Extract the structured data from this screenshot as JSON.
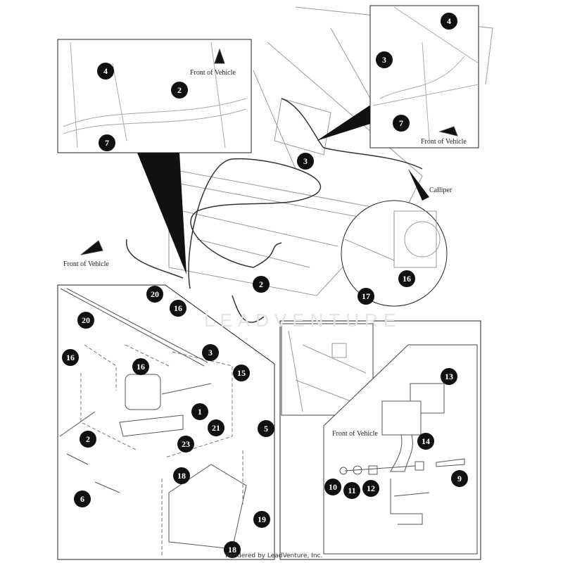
{
  "watermark": "LEADVENTURE",
  "footer": "Rendered by LeadVenture, Inc.",
  "labels": {
    "front_of_vehicle": "Front of Vehicle",
    "calliper": "Calliper"
  },
  "callouts": {
    "tl_inset": [
      "4",
      "2",
      "7"
    ],
    "tr_inset": [
      "4",
      "3",
      "7"
    ],
    "main": [
      "3",
      "2",
      "16",
      "17"
    ],
    "master_cylinder": [
      "20",
      "16",
      "20",
      "16",
      "3",
      "16",
      "15",
      "1",
      "21",
      "2",
      "23",
      "5",
      "18",
      "19",
      "6",
      "18"
    ],
    "pedal": [
      "13",
      "14",
      "9",
      "10",
      "11",
      "12"
    ]
  }
}
